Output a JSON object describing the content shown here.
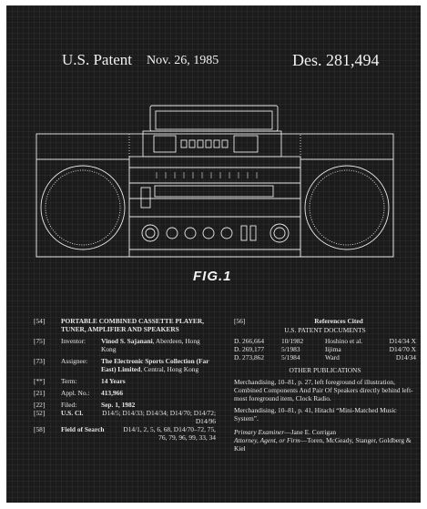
{
  "header": {
    "patent_label": "U.S. Patent",
    "date": "Nov. 26, 1985",
    "number": "Des. 281,494"
  },
  "figure": {
    "label": "FIG.1"
  },
  "left": {
    "f54": {
      "code": "[54]",
      "title": "PORTABLE COMBINED CASSETTE PLAYER, TUNER, AMPLIFIER AND SPEAKERS"
    },
    "f75": {
      "code": "[75]",
      "label": "Inventor:",
      "name": "Vinod S. Sajanani",
      "rest": ", Aberdeen, Hong Kong"
    },
    "f73": {
      "code": "[73]",
      "label": "Assignee:",
      "name": "The Electronic Sports Collection (Far East) Limited",
      "rest": ", Central, Hong Kong"
    },
    "fterm": {
      "code": "[**]",
      "label": "Term:",
      "value": "14 Years"
    },
    "f21": {
      "code": "[21]",
      "label": "Appl. No.:",
      "value": "413,966"
    },
    "f22": {
      "code": "[22]",
      "label": "Filed:",
      "value": "Sep. 1, 1982"
    },
    "f52": {
      "code": "[52]",
      "label": "U.S. Cl.",
      "value": "D14/5; D14/33; D14/34; D14/70; D14/72; D14/96"
    },
    "f58": {
      "code": "[58]",
      "label": "Field of Search",
      "value": "D14/1, 2, 5, 6, 68, D14/70–72, 75, 76, 79, 96, 99, 33, 34"
    }
  },
  "right": {
    "f56_code": "[56]",
    "refs_title": "References Cited",
    "us_docs": "U.S. PATENT DOCUMENTS",
    "refs": [
      {
        "num": "D. 266,664",
        "date": "10/1982",
        "name": "Hoshino et al.",
        "cls": "D14/34 X"
      },
      {
        "num": "D. 269,177",
        "date": "5/1983",
        "name": "Iijima",
        "cls": "D14/70 X"
      },
      {
        "num": "D. 273,862",
        "date": "5/1984",
        "name": "Ward",
        "cls": "D14/34"
      }
    ],
    "other_title": "OTHER PUBLICATIONS",
    "pub1": "Merchandising, 10–81, p. 27, left foreground of illustration, Combined Components And Pair Of Speakers directly behind left-most foreground item, Clock Radio.",
    "pub2": "Merchandising, 10–81, p. 41, Hitachi “Mini-Matched Music System”.",
    "examiner_label": "Primary Examiner",
    "examiner": "—Jane E. Corrigan",
    "attorney_label": "Attorney, Agent, or Firm",
    "attorney": "—Toren, McGeady, Stanger, Goldberg & Kiel"
  }
}
